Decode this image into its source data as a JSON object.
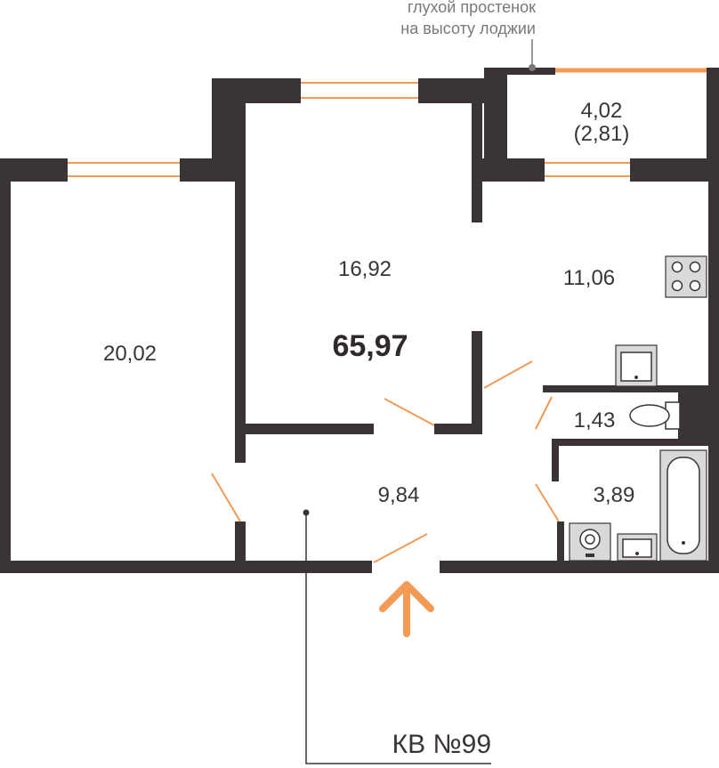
{
  "rooms": [
    {
      "id": "room-bedroom",
      "area": "20,02"
    },
    {
      "id": "room-living",
      "area": "16,92"
    },
    {
      "id": "room-kitchen",
      "area": "11,06"
    },
    {
      "id": "room-loggia",
      "area": "4,02",
      "area_reduced": "(2,81)"
    },
    {
      "id": "room-toilet",
      "area": "1,43"
    },
    {
      "id": "room-bathroom",
      "area": "3,89"
    },
    {
      "id": "room-hallway",
      "area": "9,84"
    }
  ],
  "total_area": "65,97",
  "note": {
    "line1": "глухой простенок",
    "line2": "на высоту лоджии"
  },
  "apartment_label": "КВ №99",
  "colors": {
    "wall": "#3a3534",
    "accent": "#f39a55",
    "text": "#3a3534",
    "note_text": "#7d7776"
  },
  "icons": [
    "entrance-arrow-icon",
    "stove-icon",
    "sink-icon",
    "toilet-icon",
    "bathtub-icon",
    "washing-machine-icon"
  ]
}
